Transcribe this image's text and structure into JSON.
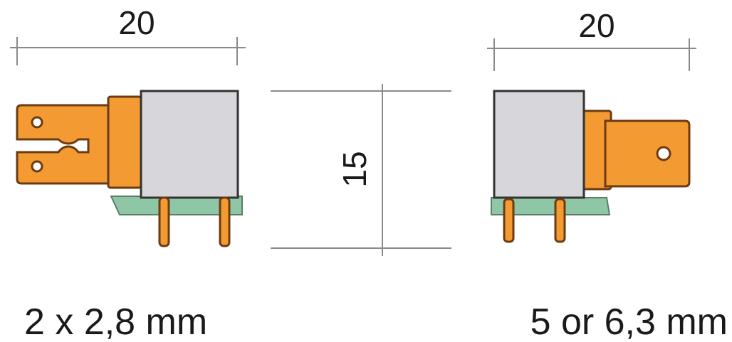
{
  "dimensions": {
    "left_width": "20",
    "right_width": "20",
    "height": "15"
  },
  "captions": {
    "left": "2 x 2,8 mm",
    "right": "5 or 6,3 mm"
  },
  "colors": {
    "terminal": "#f39a32",
    "relay_body": "#d6d6db",
    "pcb": "#8fc7a6",
    "dimension_line": "#8a8a8a"
  }
}
